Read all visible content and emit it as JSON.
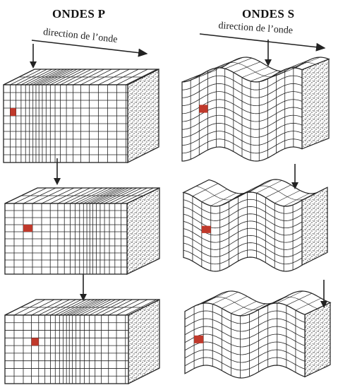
{
  "titles": {
    "p_waves": "ONDES P",
    "s_waves": "ONDES S"
  },
  "direction_label_p": "direction de l’onde",
  "direction_label_s": "direction de l’onde",
  "colors": {
    "marker": "#c0392b",
    "ink": "#222222",
    "background": "#ffffff"
  },
  "icons": [
    "arrow-down-icon",
    "direction-arrow-icon"
  ]
}
